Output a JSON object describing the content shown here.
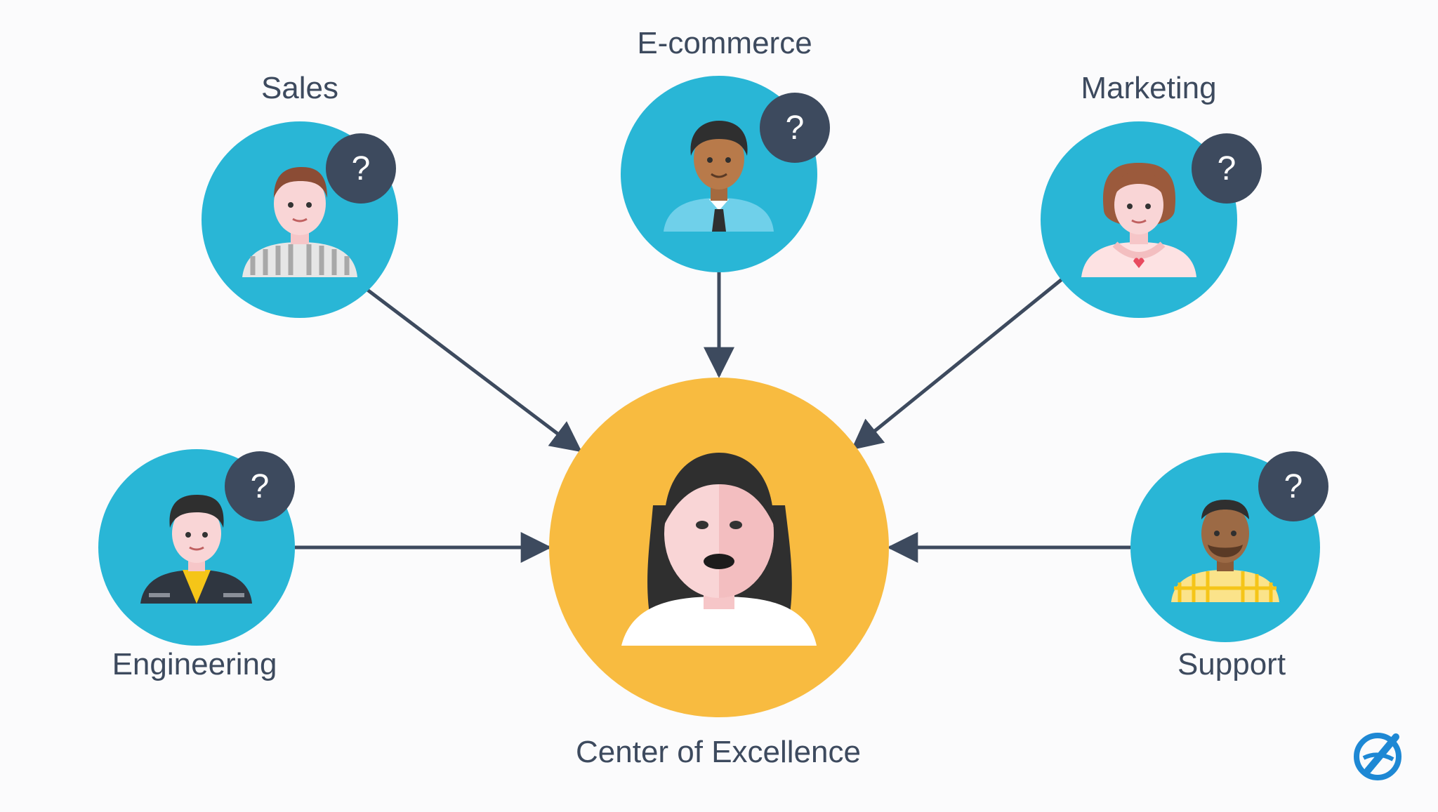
{
  "diagram": {
    "center": {
      "label": "Center of Excellence"
    },
    "nodes": [
      {
        "key": "sales",
        "label": "Sales",
        "badge": "?"
      },
      {
        "key": "ecommerce",
        "label": "E-commerce",
        "badge": "?"
      },
      {
        "key": "marketing",
        "label": "Marketing",
        "badge": "?"
      },
      {
        "key": "engineering",
        "label": "Engineering",
        "badge": "?"
      },
      {
        "key": "support",
        "label": "Support",
        "badge": "?"
      }
    ],
    "edges": [
      {
        "from": "sales",
        "to": "center"
      },
      {
        "from": "ecommerce",
        "to": "center"
      },
      {
        "from": "marketing",
        "to": "center"
      },
      {
        "from": "engineering",
        "to": "center"
      },
      {
        "from": "support",
        "to": "center"
      }
    ]
  },
  "colors": {
    "node_fill": "#29b6d6",
    "center_fill": "#f8bb40",
    "badge_fill": "#3d4a5e",
    "arrow": "#3d4a5e",
    "label_text": "#3d4a5e",
    "brand_logo": "#1e88d4"
  },
  "icons": [
    "question-badge-icon",
    "person-avatar-icon",
    "brand-logo-icon"
  ]
}
